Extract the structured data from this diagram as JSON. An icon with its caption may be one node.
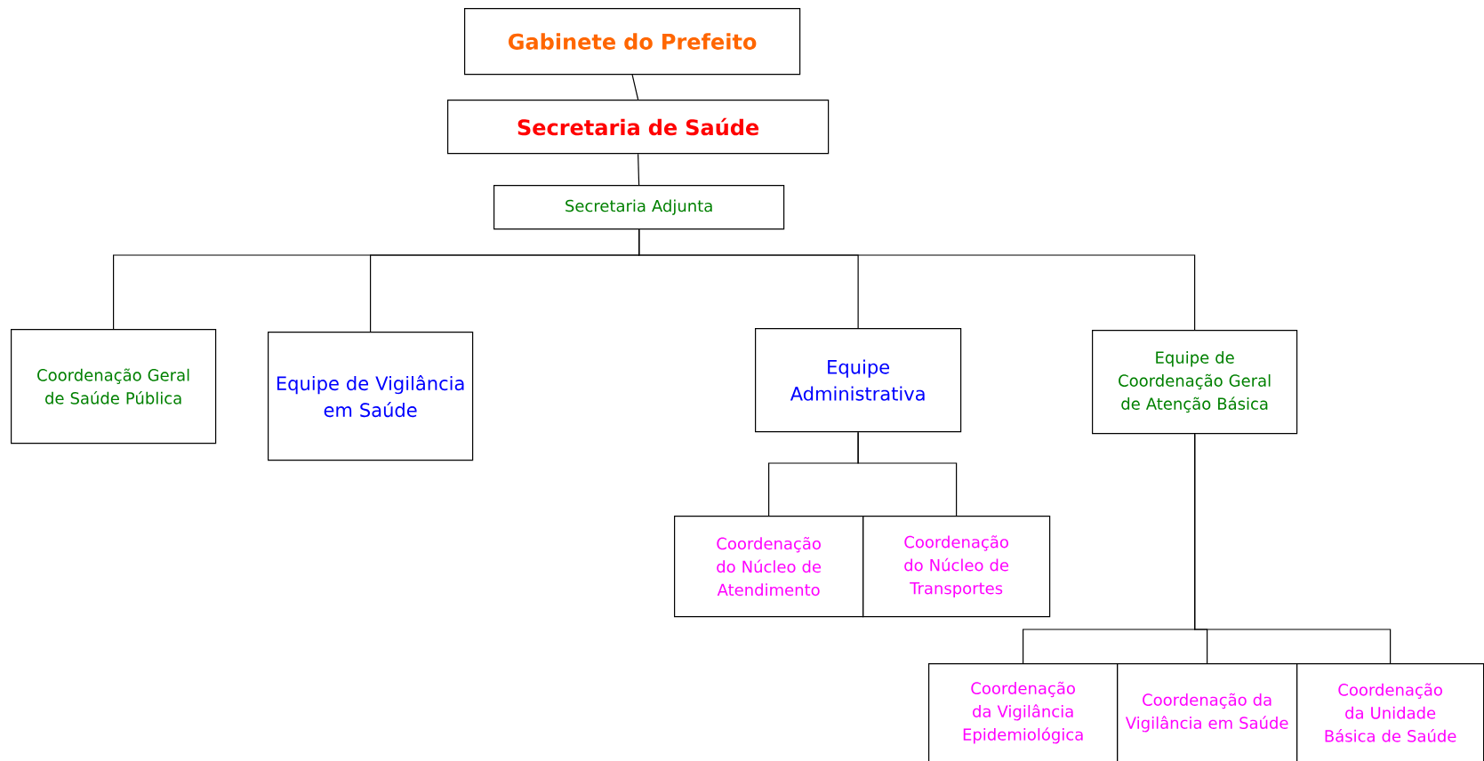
{
  "diagram": {
    "nodes": [
      {
        "text": [
          "Gabinete do Prefeito"
        ]
      },
      {
        "text": [
          "Secretaria de Saúde"
        ]
      },
      {
        "text": [
          "Secretaria Adjunta"
        ]
      },
      {
        "text": [
          "Coordenação Geral de Saúde Pública"
        ]
      },
      {
        "text": [
          "Equipe de Vigilância em Saúde"
        ]
      },
      {
        "text": [
          "Equipe Administrativa"
        ]
      },
      {
        "text": [
          "Equipe de Coordenação Geral de Atenção Básica"
        ]
      },
      {
        "text": [
          "Coordenação do Núcleo de Atendimento"
        ]
      },
      {
        "text": [
          "Coordenação do Núcleo de Transportes"
        ]
      },
      {
        "text": [
          "Coordenação da Vigilância Epidemiológica"
        ]
      },
      {
        "text": [
          "Coordenação da Vigilância em Saúde"
        ]
      },
      {
        "text": [
          "Coordenação da Unidade Básica de Saúde"
        ]
      }
    ],
    "edges": [
      {
        "from": 0,
        "to": 1,
        "arrow": "none"
      },
      {
        "from": 1,
        "to": 2,
        "arrow": "none"
      },
      {
        "from": 2,
        "to": 3,
        "arrow": "none"
      },
      {
        "from": 2,
        "to": 4,
        "arrow": "none"
      },
      {
        "from": 2,
        "to": 5,
        "arrow": "none"
      },
      {
        "from": 2,
        "to": 6,
        "arrow": "none"
      },
      {
        "from": 5,
        "to": 7,
        "arrow": "none"
      },
      {
        "from": 5,
        "to": 8,
        "arrow": "none"
      },
      {
        "from": 6,
        "to": 9,
        "arrow": "none"
      },
      {
        "from": 6,
        "to": 10,
        "arrow": "none"
      },
      {
        "from": 6,
        "to": 11,
        "arrow": "none"
      }
    ]
  }
}
